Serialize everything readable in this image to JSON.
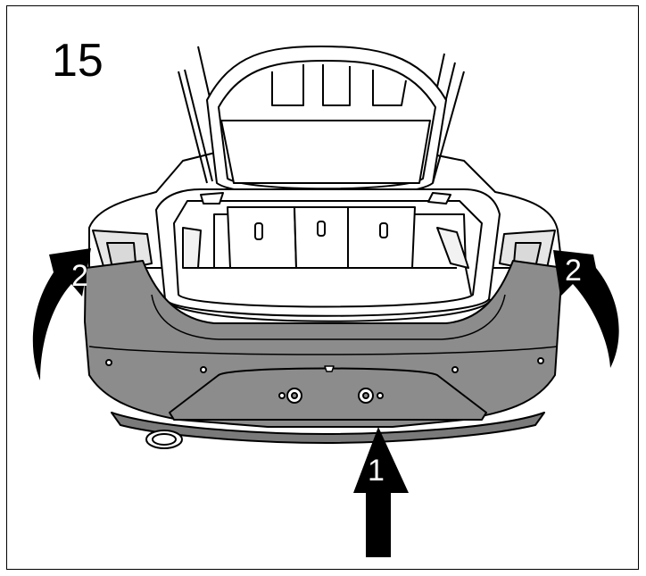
{
  "step": {
    "number": "15"
  },
  "callouts": {
    "push_label": "1",
    "pull_left_label": "2",
    "pull_right_label": "2"
  },
  "colors": {
    "bumper": "#8c8c8c",
    "outline": "#000000",
    "arrow": "#000000",
    "background": "#ffffff"
  }
}
